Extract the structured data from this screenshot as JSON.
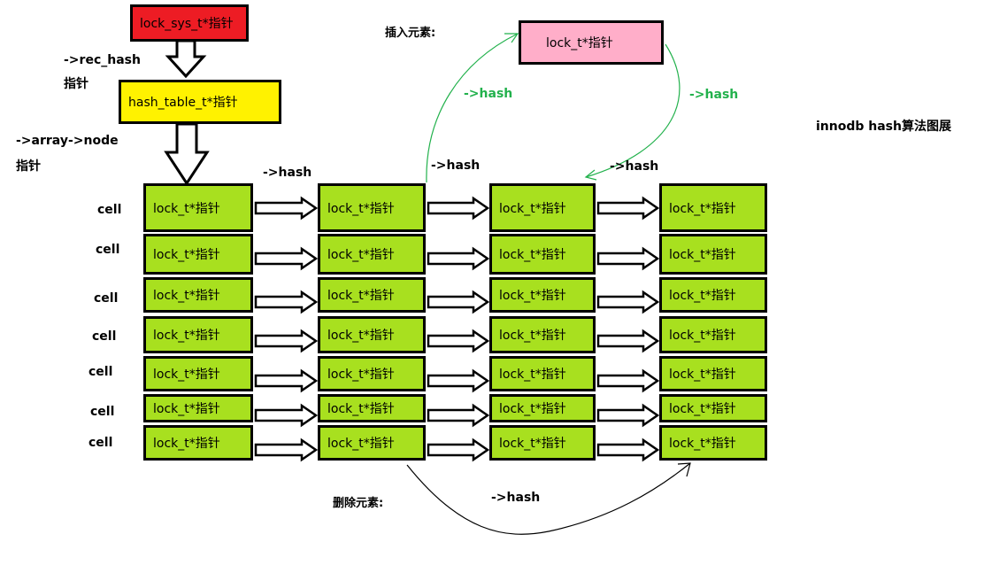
{
  "colors": {
    "node_fill": "#a8e01f",
    "lock_sys_fill": "#ed1c24",
    "hash_table_fill": "#fff200",
    "insert_fill": "#ffaec9",
    "insert_arrow": "#22b14c"
  },
  "top": {
    "lock_sys": "lock_sys_t*指针",
    "rec_hash_label": "->rec_hash",
    "rec_hash_label2": "指针",
    "hash_table": "hash_table_t*指针",
    "array_node_label": "->array->node",
    "array_node_label2": "指针",
    "title": "innodb hash算法图展"
  },
  "insert": {
    "label": "插入元素:",
    "node": "lock_t*指针",
    "hash_left": "->hash",
    "hash_right": "->hash"
  },
  "delete": {
    "label": "删除元素:",
    "hash": "->hash"
  },
  "column_hash_labels": [
    "->hash",
    "->hash",
    "->hash"
  ],
  "cells": [
    "cell",
    "cell",
    "cell",
    "cell",
    "cell",
    "cell",
    "cell"
  ],
  "node_label": "lock_t*指针",
  "grid": [
    [
      "lock_t*指针",
      "lock_t*指针",
      "lock_t*指针",
      "lock_t*指针"
    ],
    [
      "lock_t*指针",
      "lock_t*指针",
      "lock_t*指针",
      "lock_t*指针"
    ],
    [
      "lock_t*指针",
      "lock_t*指针",
      "lock_t*指针",
      "lock_t*指针"
    ],
    [
      "lock_t*指针",
      "lock_t*指针",
      "lock_t*指针",
      "lock_t*指针"
    ],
    [
      "lock_t*指针",
      "lock_t*指针",
      "lock_t*指针",
      "lock_t*指针"
    ],
    [
      "lock_t*指针",
      "lock_t*指针",
      "lock_t*指针",
      "lock_t*指针"
    ],
    [
      "lock_t*指针",
      "lock_t*指针",
      "lock_t*指针",
      "lock_t*指针"
    ]
  ]
}
